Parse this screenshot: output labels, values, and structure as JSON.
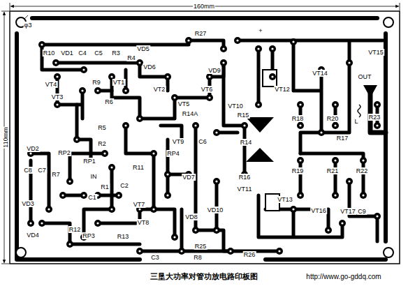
{
  "diagram": {
    "caption": "三垦大功率对管功放电路印板图",
    "labels": [
      "160mm",
      "φ3",
      "110mm",
      "R27",
      "R10",
      "VD1",
      "C4",
      "C5",
      "R3",
      "VD5",
      "R4",
      "VD6",
      "+",
      "VT4",
      "R9",
      "VT1",
      "VT2",
      "VT6",
      "VT3",
      "R6",
      "R5",
      "R2",
      "RP2",
      "VT5",
      "R14A",
      "VD9",
      "VT10",
      "R15",
      "VT12",
      "VT14",
      "VT15",
      "OUT",
      "R18",
      "R20",
      "R23",
      "L",
      "R17",
      "C6",
      "R14",
      "VT9",
      "RP4",
      "VD7",
      "RP1",
      "R11",
      "IN",
      "R1",
      "C2",
      "C1",
      "VD2",
      "C8",
      "C7",
      "R7",
      "VD3",
      "VD4",
      "R12",
      "RP3",
      "R13",
      "VT7",
      "VT8",
      "VD8",
      "VD10",
      "R16",
      "VT11",
      "VT13",
      "R19",
      "R21",
      "R22",
      "VT16",
      "VT17",
      "C9",
      "R25",
      "R26",
      "R8",
      "C3",
      "http://www.go-gddq.com"
    ]
  }
}
